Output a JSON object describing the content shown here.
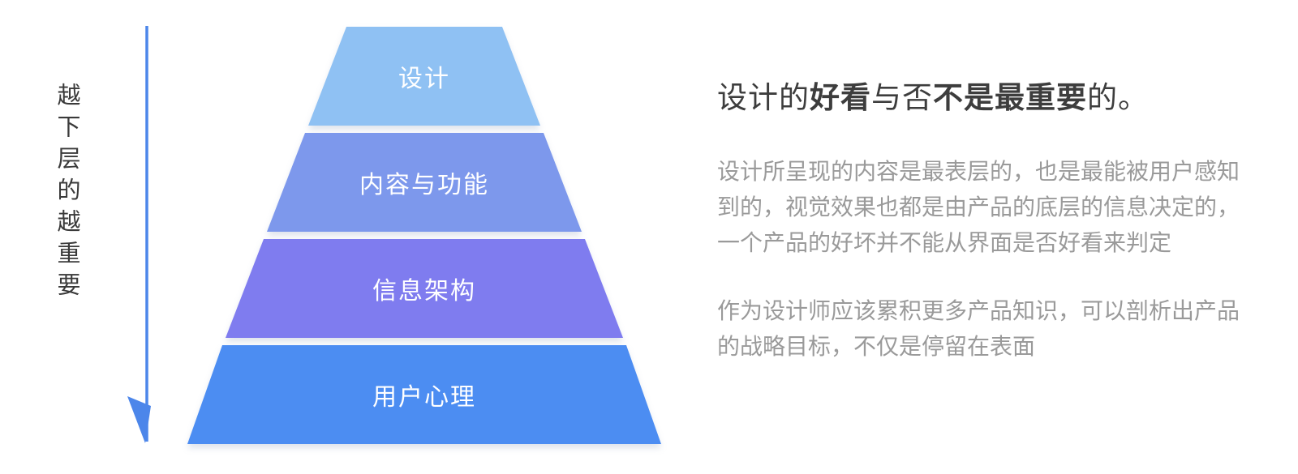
{
  "page": {
    "background": "#ffffff"
  },
  "left_axis": {
    "label": "越下层的越重要",
    "arrow_color": "#4c86ea"
  },
  "pyramid": {
    "text_color": "#ffffff",
    "layers": [
      {
        "label": "设计",
        "color": "#8fc1f3"
      },
      {
        "label": "内容与功能",
        "color": "#7d98ec"
      },
      {
        "label": "信息架构",
        "color": "#7f7cef"
      },
      {
        "label": "用户心理",
        "color": "#4c8df2"
      }
    ]
  },
  "right_panel": {
    "heading_segments": [
      {
        "text": "设计的",
        "bold": false
      },
      {
        "text": "好看",
        "bold": true
      },
      {
        "text": "与否",
        "bold": false
      },
      {
        "text": "不是最重要",
        "bold": true
      },
      {
        "text": "的。",
        "bold": false
      }
    ],
    "paragraph1_lines": [
      "设计所呈现的内容是最表层的，也是最能被用户感知",
      "到的，视觉效果也都是由产品的底层的信息决定的，",
      "一个产品的好坏并不能从界面是否好看来判定"
    ],
    "paragraph2_lines": [
      "作为设计师应该累积更多产品知识，可以剖析出产品",
      "的战略目标，不仅是停留在表面"
    ]
  }
}
